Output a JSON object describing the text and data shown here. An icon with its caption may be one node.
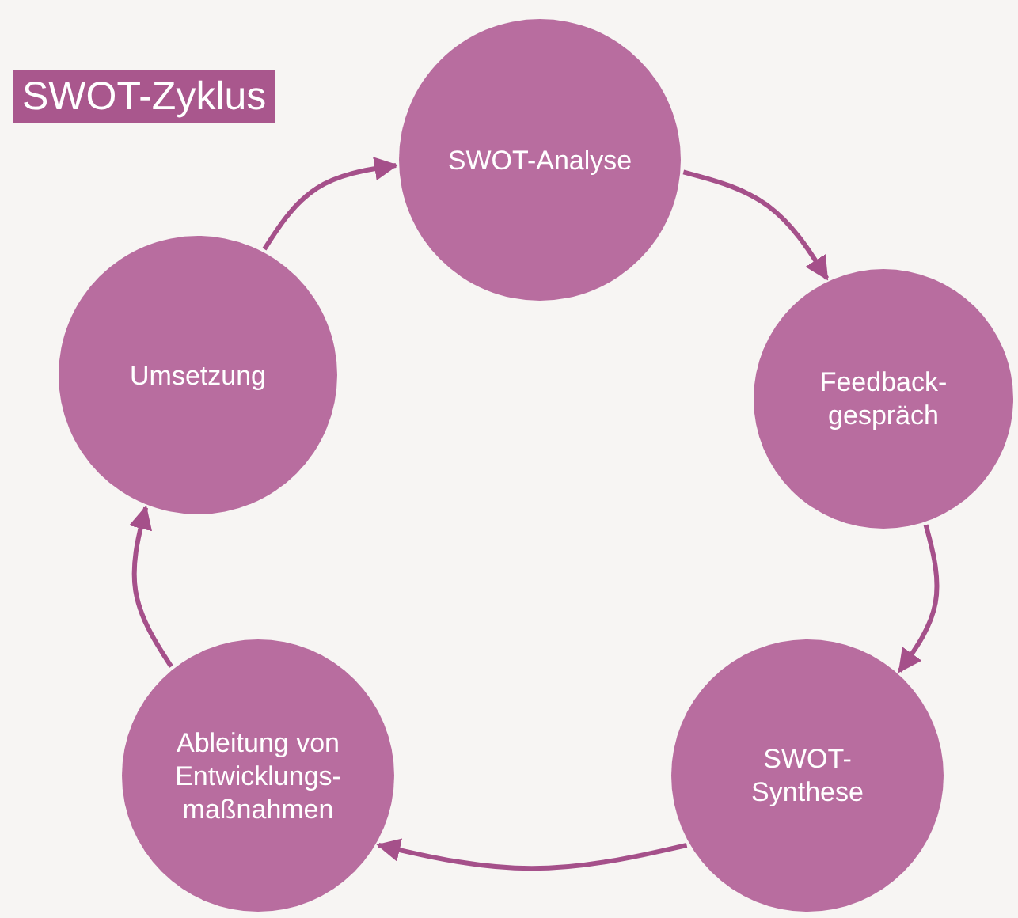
{
  "diagram": {
    "title": "SWOT-Zyklus",
    "nodes": [
      {
        "text": [
          "SWOT-Analyse"
        ]
      },
      {
        "text": [
          "Feedback-gespräch"
        ]
      },
      {
        "text": [
          "SWOT-Synthese"
        ]
      },
      {
        "text": [
          "Ableitung von Entwicklungs-maßnahmen"
        ]
      },
      {
        "text": [
          "Umsetzung"
        ]
      }
    ],
    "edges": [
      {
        "from": 0,
        "to": 1,
        "arrow": "to"
      },
      {
        "from": 1,
        "to": 2,
        "arrow": "to"
      },
      {
        "from": 2,
        "to": 3,
        "arrow": "to"
      },
      {
        "from": 3,
        "to": 4,
        "arrow": "to"
      },
      {
        "from": 4,
        "to": 0,
        "arrow": "to"
      }
    ]
  }
}
